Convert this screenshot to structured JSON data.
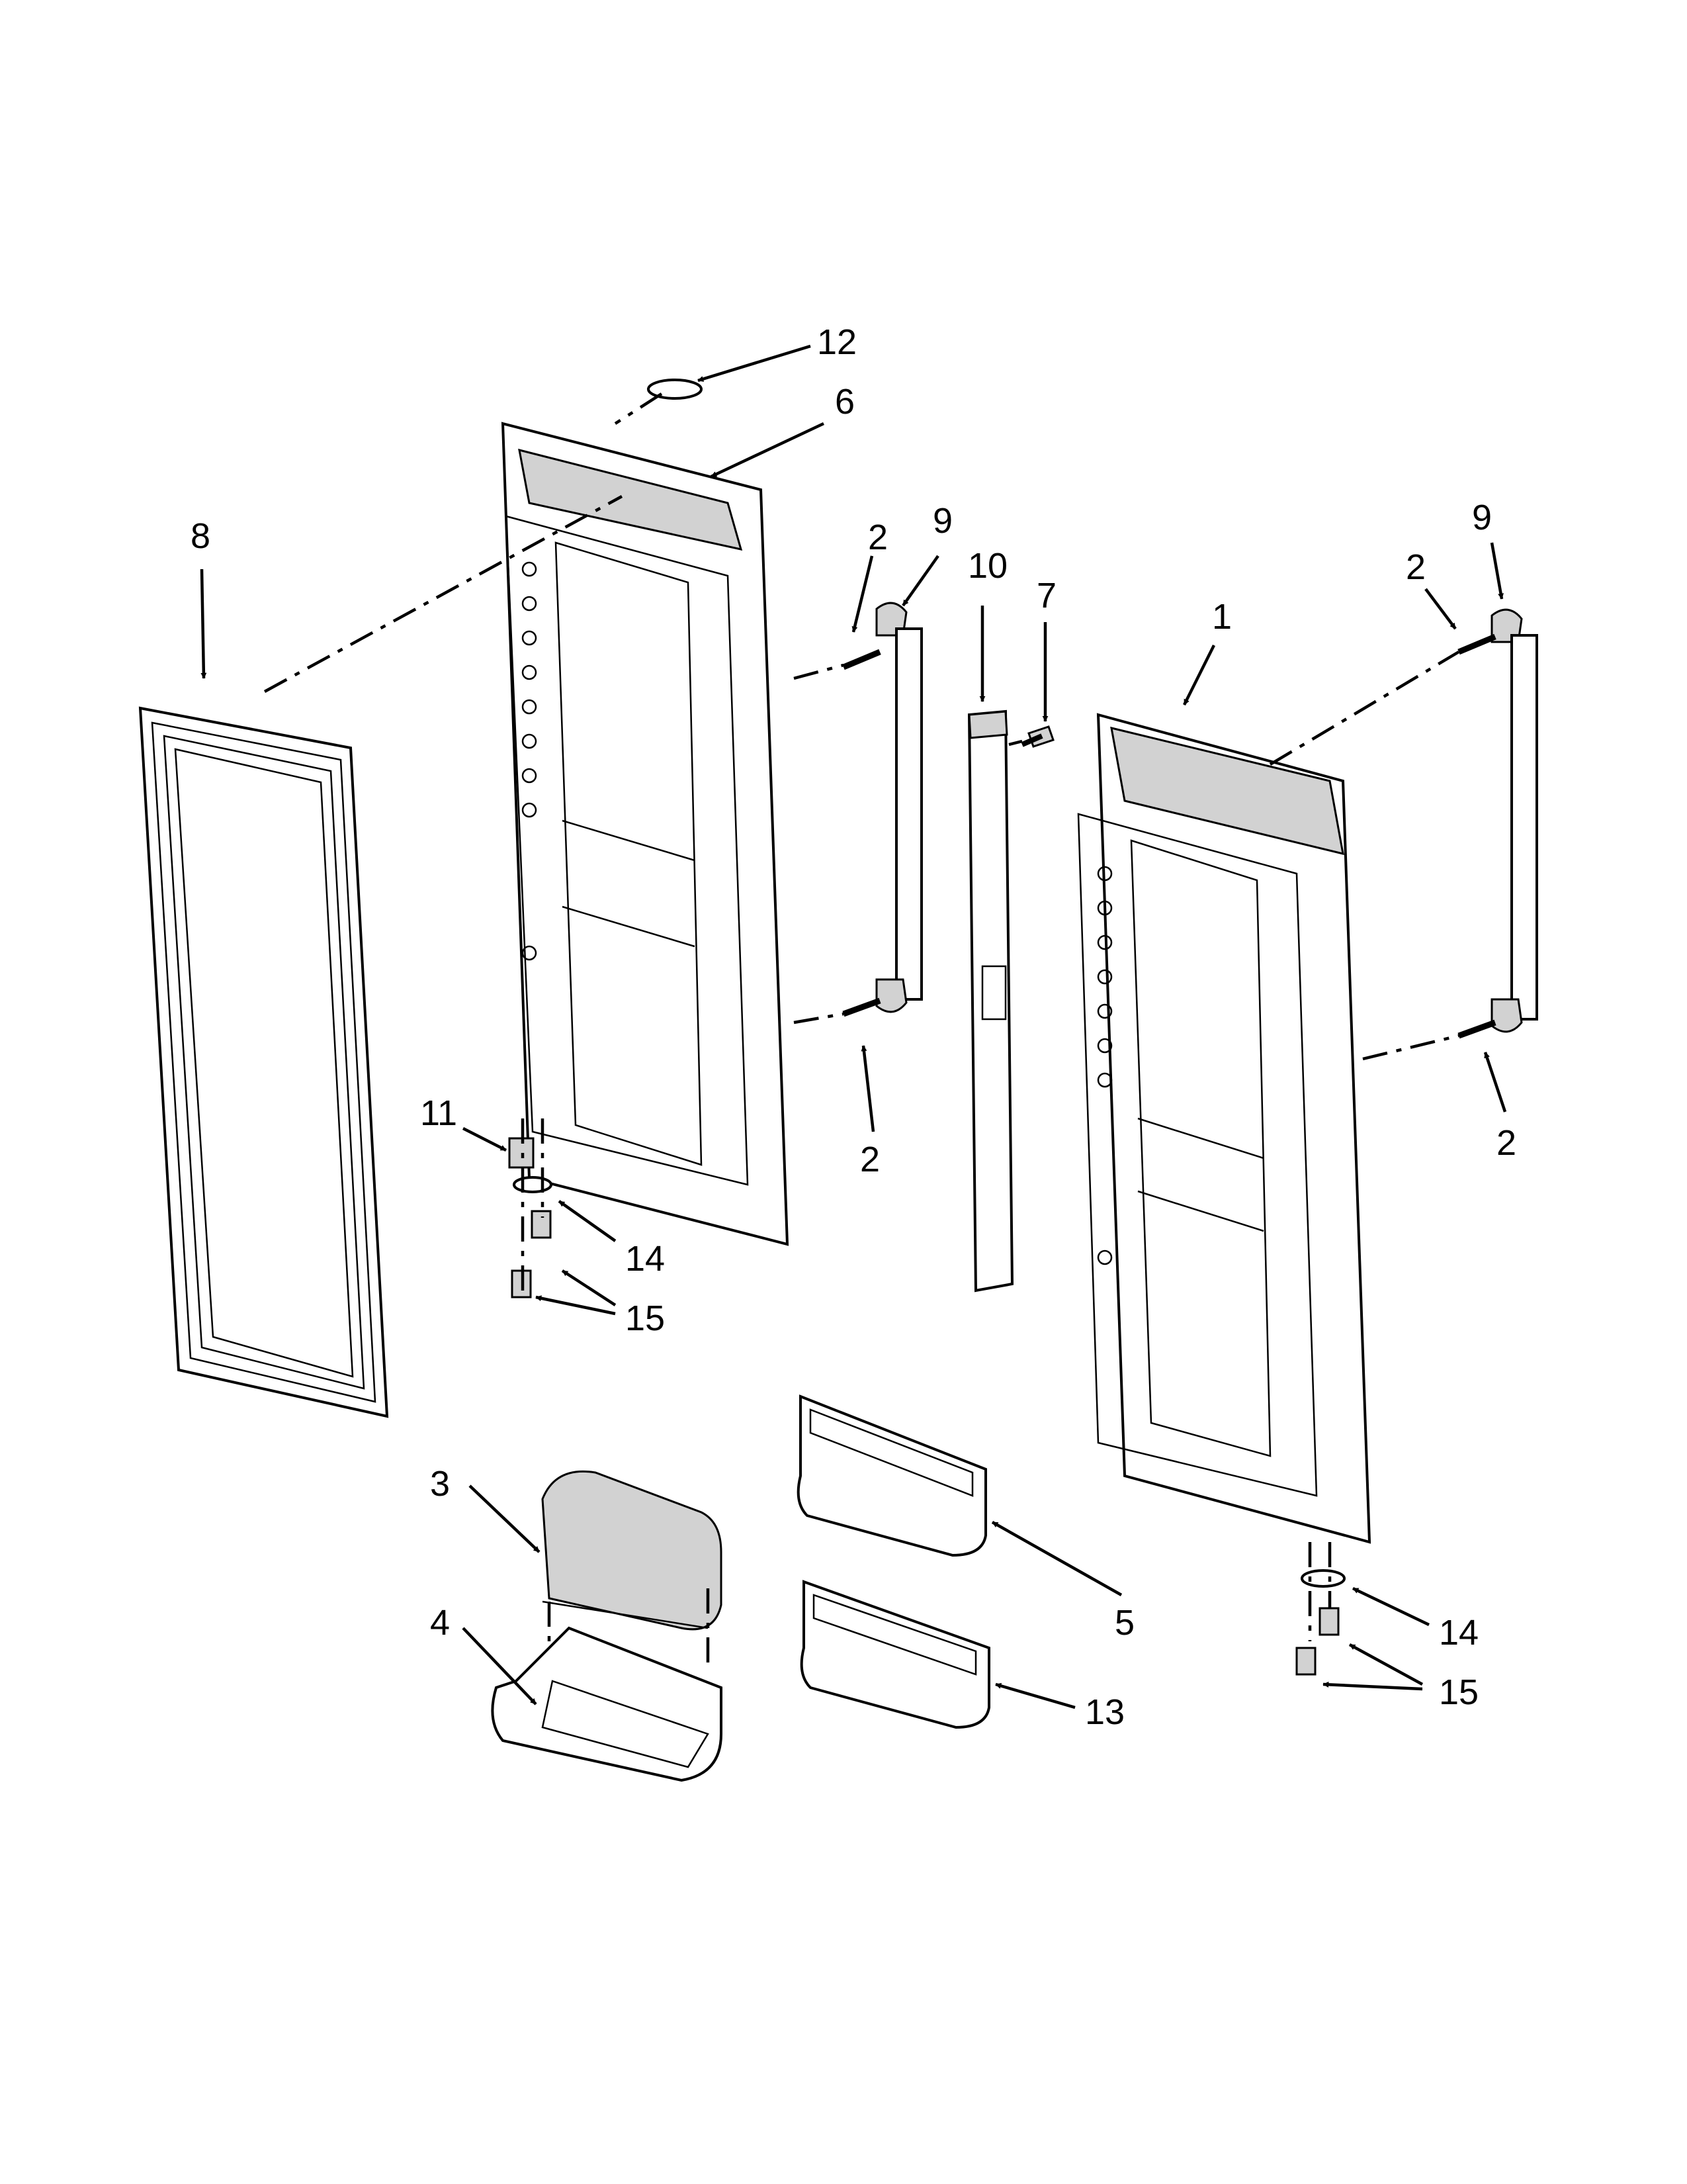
{
  "labels": {
    "p1": "1",
    "p2a": "2",
    "p2b": "2",
    "p2c": "2",
    "p2d": "2",
    "p3": "3",
    "p4": "4",
    "p5": "5",
    "p6": "6",
    "p7": "7",
    "p8": "8",
    "p9a": "9",
    "p9b": "9",
    "p10": "10",
    "p11": "11",
    "p12": "12",
    "p13": "13",
    "p14a": "14",
    "p14b": "14",
    "p15a": "15",
    "p15b": "15"
  },
  "colors": {
    "line": "#000000",
    "shade": "#d2d2d2",
    "background": "#ffffff"
  }
}
